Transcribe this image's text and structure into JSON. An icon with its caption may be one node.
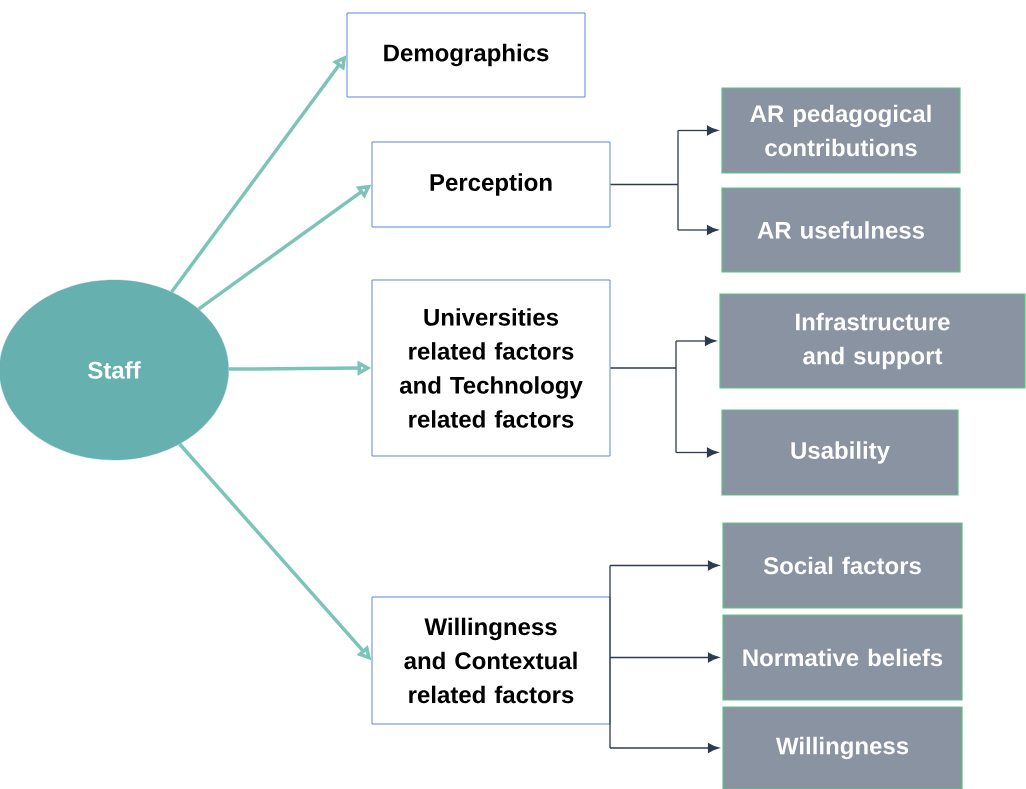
{
  "diagram": {
    "nodes": [
      {
        "text": [
          "Staff"
        ]
      },
      {
        "text": [
          "Demographics"
        ]
      },
      {
        "text": [
          "Perception"
        ]
      },
      {
        "text": [
          "Universities related factors and Technology related factors"
        ]
      },
      {
        "text": [
          "Willingness and Contextual related factors"
        ]
      },
      {
        "text": [
          "AR pedagogical contributions"
        ]
      },
      {
        "text": [
          "AR usefulness"
        ]
      },
      {
        "text": [
          "Infrastructure and support"
        ]
      },
      {
        "text": [
          "Usability"
        ]
      },
      {
        "text": [
          "Social factors"
        ]
      },
      {
        "text": [
          "Normative beliefs"
        ]
      },
      {
        "text": [
          "Willingness"
        ]
      }
    ],
    "edges": [
      {
        "from": 0,
        "to": 1,
        "arrow": "to",
        "style": "thick",
        "color": "#7cc4b8"
      },
      {
        "from": 0,
        "to": 2,
        "arrow": "to",
        "style": "thick",
        "color": "#7cc4b8"
      },
      {
        "from": 0,
        "to": 3,
        "arrow": "to",
        "style": "thick",
        "color": "#7cc4b8"
      },
      {
        "from": 0,
        "to": 4,
        "arrow": "to",
        "style": "thick",
        "color": "#7cc4b8"
      },
      {
        "from": 2,
        "to": 5,
        "arrow": "to"
      },
      {
        "from": 2,
        "to": 6,
        "arrow": "to"
      },
      {
        "from": 3,
        "to": 7,
        "arrow": "to"
      },
      {
        "from": 3,
        "to": 8,
        "arrow": "to"
      },
      {
        "from": 4,
        "to": 9,
        "arrow": "to"
      },
      {
        "from": 4,
        "to": 10,
        "arrow": "to"
      },
      {
        "from": 4,
        "to": 11,
        "arrow": "to"
      }
    ]
  }
}
